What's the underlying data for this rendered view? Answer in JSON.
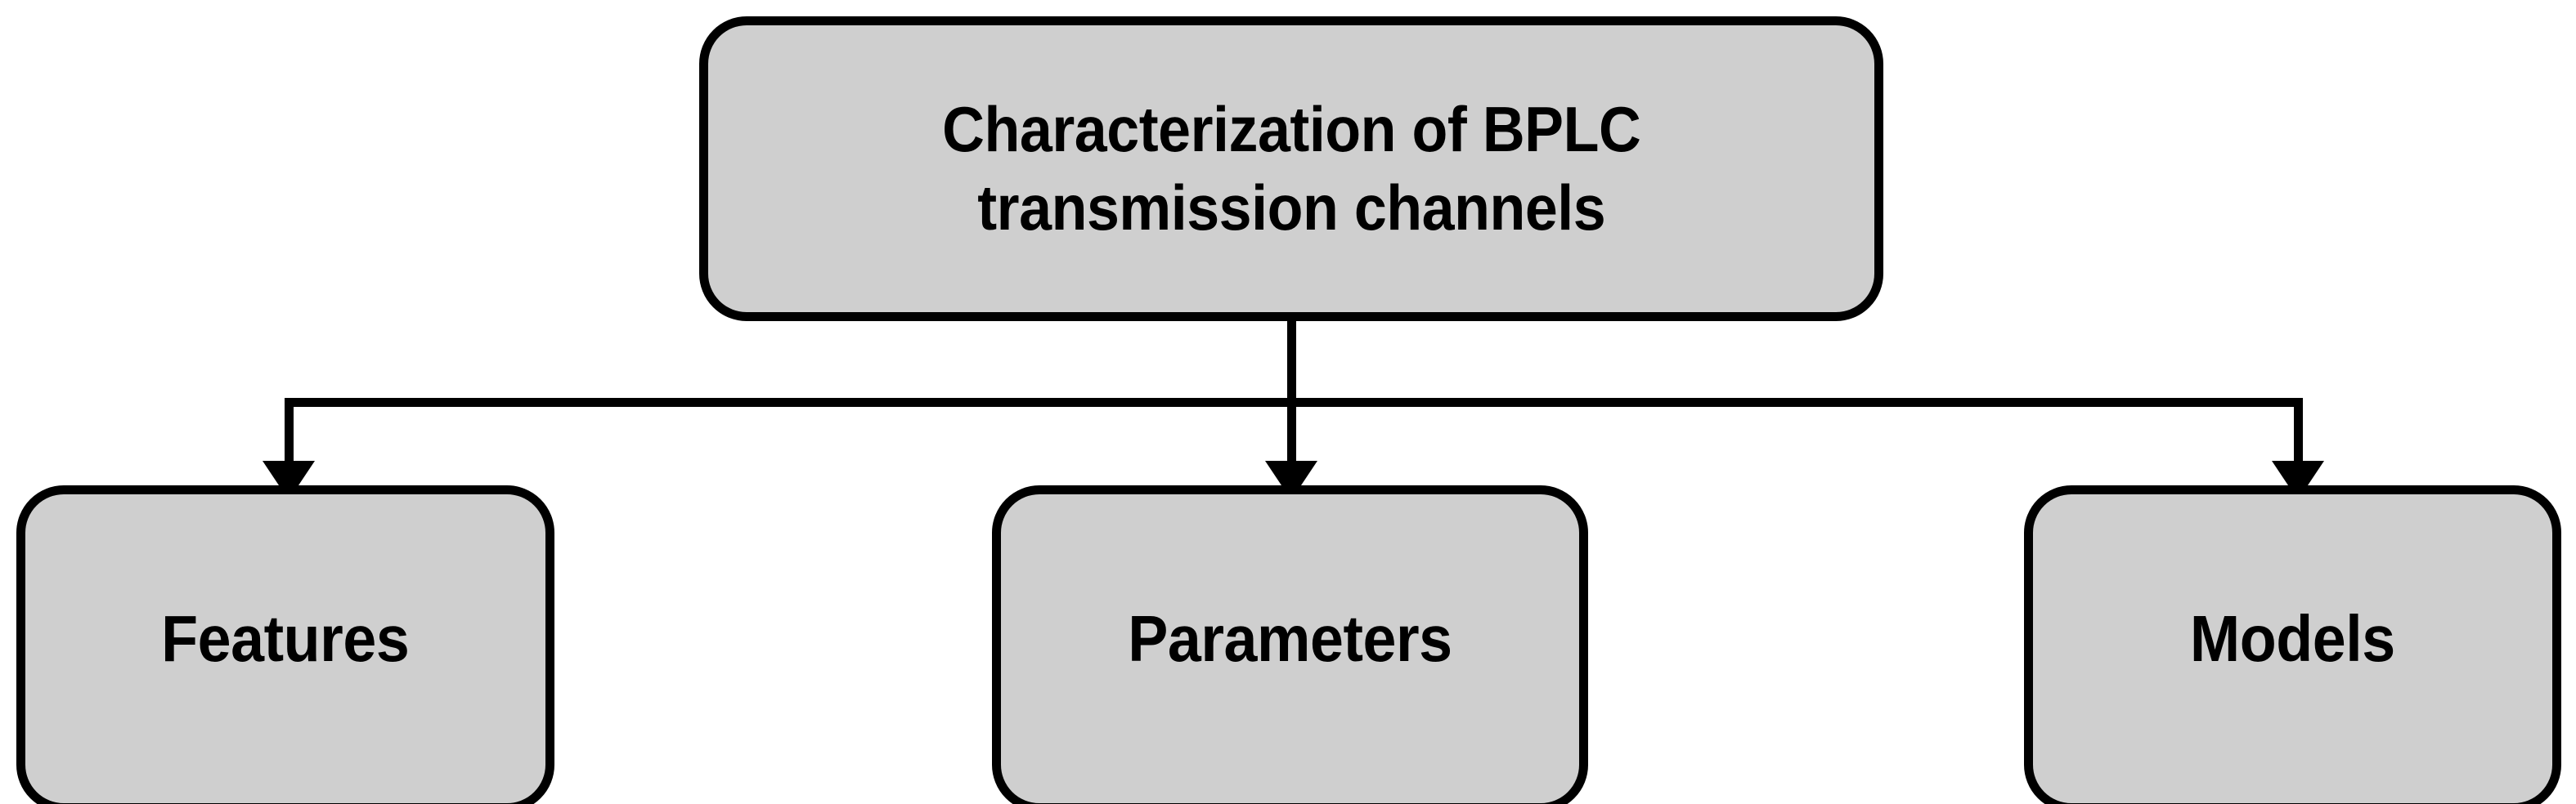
{
  "diagram": {
    "type": "tree-hierarchy",
    "title": "Characterization of BPLC transmission channels",
    "background_color": "#FFFFFF",
    "node_fill_color": "#CFCFCF",
    "node_border_color": "#000000",
    "connector_color": "#000000",
    "text_color": "#000000",
    "root": {
      "id": "root",
      "label": "Characterization of BPLC\ntransmission channels",
      "line_1": "Characterization of BPLC",
      "line_2": "transmission channels"
    },
    "children": [
      {
        "id": "features",
        "label": "Features"
      },
      {
        "id": "parameters",
        "label": "Parameters"
      },
      {
        "id": "models",
        "label": "Models"
      }
    ],
    "connectors": [
      {
        "id": "root-stem",
        "kind": "vertical-line",
        "from": "root",
        "to": "bus"
      },
      {
        "id": "bus",
        "kind": "horizontal-line"
      },
      {
        "id": "drop-left",
        "kind": "arrow-down",
        "to": "features"
      },
      {
        "id": "drop-mid",
        "kind": "arrow-down",
        "to": "parameters"
      },
      {
        "id": "drop-right",
        "kind": "arrow-down",
        "to": "models"
      }
    ]
  }
}
